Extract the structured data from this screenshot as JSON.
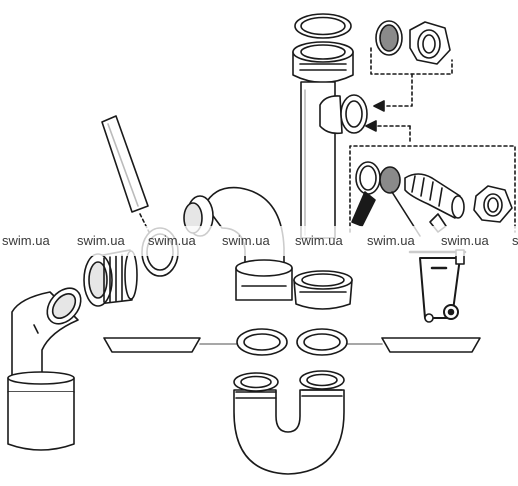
{
  "watermarks": [
    "swim.ua",
    "swim.ua",
    "swim.ua",
    "swim.ua",
    "swim.ua",
    "swim.ua",
    "swim.ua",
    "s"
  ],
  "colors": {
    "line": "#1a1a1a",
    "fill": "#ffffff",
    "gray": "#8a8a8a",
    "light": "#e6e6e6"
  }
}
